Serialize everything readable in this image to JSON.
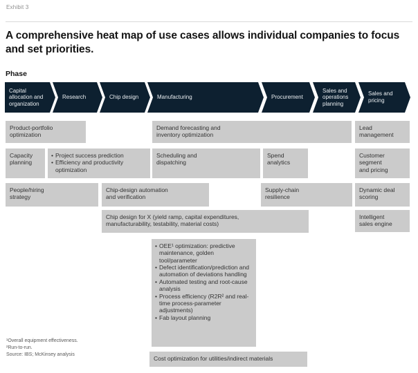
{
  "exhibit_label": "Exhibit 3",
  "title": "A comprehensive heat map of use cases allows individual companies to focus and set priorities.",
  "phase_label": "Phase",
  "colors": {
    "arrow": "#0d2030",
    "box": "#cbcbcb",
    "boxtext": "#333333",
    "rule": "#d9d9d9"
  },
  "phases": [
    {
      "label": "Capital allocation and organization"
    },
    {
      "label": "Research"
    },
    {
      "label": "Chip design"
    },
    {
      "label": "Manufacturing"
    },
    {
      "label": "Procurement"
    },
    {
      "label": "Sales and operations planning"
    },
    {
      "label": "Sales and pricing"
    }
  ],
  "boxes": {
    "product_portfolio": "Product-portfolio optimization",
    "demand_forecasting": "Demand forecasting and inventory optimization",
    "lead_management": "Lead management",
    "capacity_planning": "Capacity planning",
    "scheduling": "Scheduling and dispatching",
    "spend_analytics": "Spend analytics",
    "customer_segment": "Customer segment and pricing",
    "people_hiring": "People/hiring strategy",
    "chip_design_automation": "Chip-design automation and verification",
    "supply_chain": "Supply-chain resilience",
    "dynamic_deal": "Dynamic deal scoring",
    "chip_design_for_x": "Chip design for X (yield ramp, capital expenditures, manufacturability, testability, material costs)",
    "intelligent_sales": "Intelligent sales engine",
    "cost_optimization": "Cost optimization for utilities/indirect materials"
  },
  "bullet_boxes": {
    "research_prediction": {
      "items": [
        "Project success prediction",
        "Efficiency and productivity optimization"
      ]
    },
    "manufacturing_oee": {
      "items": [
        "OEE¹ optimization: predictive maintenance, golden tool/parameter",
        "Defect identification/prediction and automation of deviations handling",
        "Automated testing and root-cause analysis",
        "Process efficiency (R2R² and real-time process-parameter adjustments)",
        "Fab layout planning"
      ]
    }
  },
  "footnotes": {
    "line1": "¹Overall equipment effectiveness.",
    "line2": "²Run-to-run.",
    "source": "Source: IBS; McKinsey analysis"
  }
}
